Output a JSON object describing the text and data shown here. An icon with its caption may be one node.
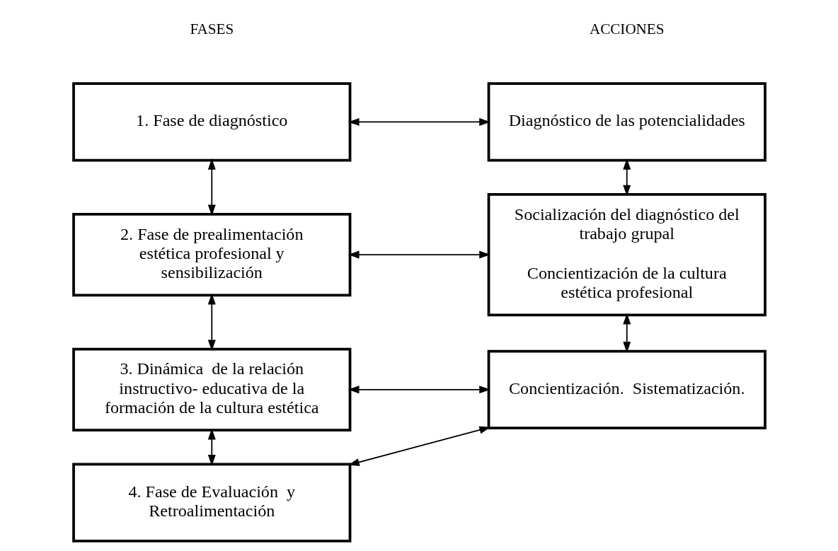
{
  "diagram": {
    "nodes": [
      {
        "text": [
          "1. Fase de diagnóstico"
        ]
      },
      {
        "text": [
          "Diagnóstico de las potencialidades"
        ]
      },
      {
        "text": [
          "2. Fase de prealimentación estética profesional y sensibilización"
        ]
      },
      {
        "text": [
          "Socialización del diagnóstico del trabajo grupal",
          "Concientización de la cultura estética profesional"
        ]
      },
      {
        "text": [
          "3. Dinámica  de la relación instructivo- educativa de la formación de la cultura estética"
        ]
      },
      {
        "text": [
          "Concientización.  Sistematización."
        ]
      },
      {
        "text": [
          "4. Fase de Evaluación  y Retroalimentación"
        ]
      }
    ],
    "edges": [
      {
        "from": 0,
        "to": 1,
        "arrow": "both"
      },
      {
        "from": 0,
        "to": 2,
        "arrow": "both"
      },
      {
        "from": 1,
        "to": 3,
        "arrow": "both"
      },
      {
        "from": 2,
        "to": 3,
        "arrow": "both"
      },
      {
        "from": 2,
        "to": 4,
        "arrow": "both"
      },
      {
        "from": 3,
        "to": 5,
        "arrow": "both"
      },
      {
        "from": 4,
        "to": 5,
        "arrow": "both"
      },
      {
        "from": 4,
        "to": 6,
        "arrow": "both"
      },
      {
        "from": 6,
        "to": 5,
        "arrow": "both"
      }
    ],
    "labels": [
      "FASES",
      "ACCIONES"
    ]
  }
}
